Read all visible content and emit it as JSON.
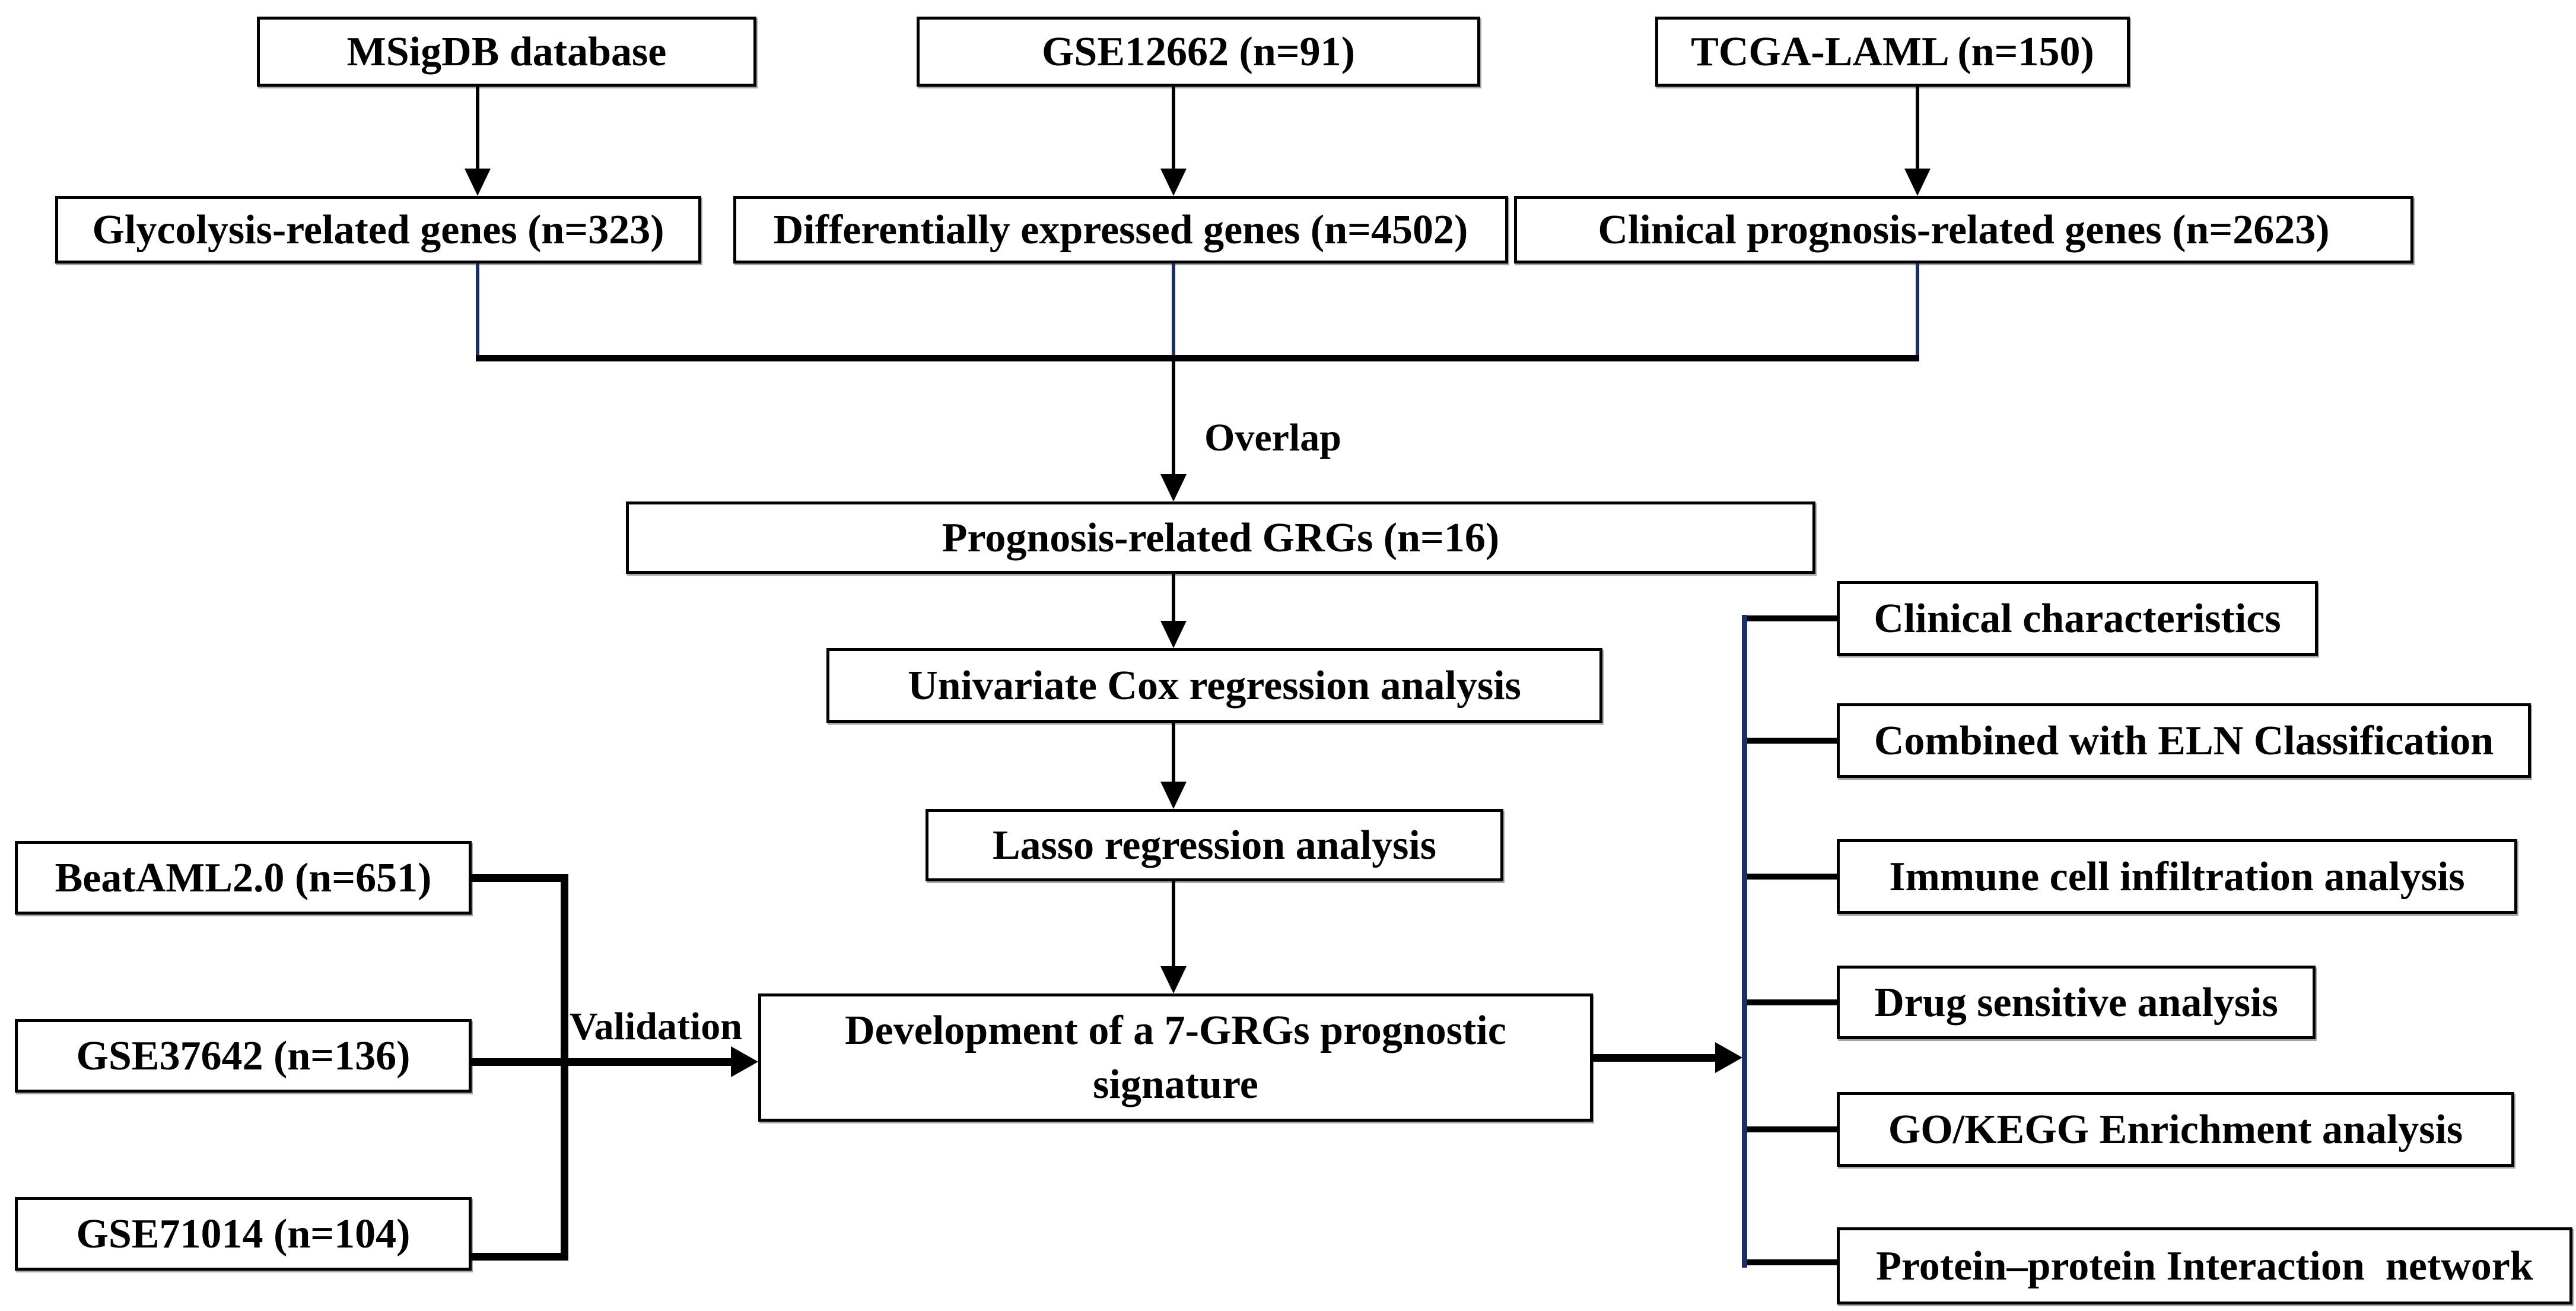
{
  "boxes": {
    "msigdb": {
      "label": "MSigDB database"
    },
    "gse12662": {
      "label": "GSE12662 (n=91)"
    },
    "tcga_laml": {
      "label": "TCGA-LAML (n=150)"
    },
    "glycolysis": {
      "label": "Glycolysis-related genes (n=323)"
    },
    "deg": {
      "label": "Differentially expressed genes (n=4502)"
    },
    "clinical_genes": {
      "label": "Clinical prognosis-related genes (n=2623)"
    },
    "prognosis_grgs": {
      "label": "Prognosis-related GRGs (n=16)"
    },
    "univariate_cox": {
      "label": "Univariate Cox regression analysis"
    },
    "lasso": {
      "label": "Lasso regression analysis"
    },
    "development": {
      "label": "Development of a 7-GRGs prognostic signature"
    },
    "beataml": {
      "label": "BeatAML2.0 (n=651)"
    },
    "gse37642": {
      "label": "GSE37642 (n=136)"
    },
    "gse71014": {
      "label": "GSE71014 (n=104)"
    },
    "clinical_characteristics": {
      "label": "Clinical characteristics"
    },
    "eln_classification": {
      "label": "Combined with ELN Classification"
    },
    "immune_infiltration": {
      "label": "Immune cell infiltration analysis"
    },
    "drug_sensitive": {
      "label": "Drug sensitive analysis"
    },
    "go_kegg": {
      "label": "GO/KEGG Enrichment analysis"
    },
    "ppi_network": {
      "label": "Protein–protein Interaction  network"
    }
  },
  "edge_labels": {
    "overlap": "Overlap",
    "validation": "Validation"
  },
  "edges": [
    {
      "from": "msigdb",
      "to": "glycolysis"
    },
    {
      "from": "gse12662",
      "to": "deg"
    },
    {
      "from": "tcga_laml",
      "to": "clinical_genes"
    },
    {
      "from": "glycolysis + deg + clinical_genes",
      "to": "prognosis_grgs",
      "label": "Overlap"
    },
    {
      "from": "prognosis_grgs",
      "to": "univariate_cox"
    },
    {
      "from": "univariate_cox",
      "to": "lasso"
    },
    {
      "from": "lasso",
      "to": "development"
    },
    {
      "from": "beataml + gse37642 + gse71014",
      "to": "development",
      "label": "Validation"
    },
    {
      "from": "development",
      "to": "clinical_characteristics + eln_classification + immune_infiltration + drug_sensitive + go_kegg + ppi_network"
    }
  ],
  "colors": {
    "black": "#000000",
    "navy": "#1a2f66",
    "box_border": "#000000",
    "box_bg": "#ffffff",
    "page_bg": "#ffffff",
    "text": "#000000"
  }
}
